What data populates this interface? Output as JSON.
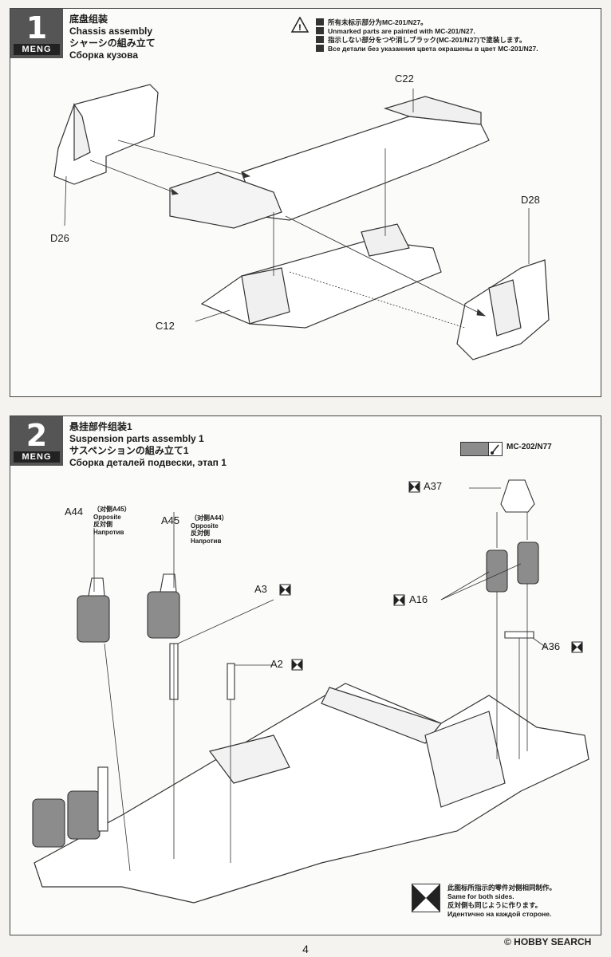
{
  "steps": [
    {
      "number": "1",
      "logo": "MENG",
      "title_cn": "底盘组装",
      "title_en": "Chassis assembly",
      "title_jp": "シャーシの組み立て",
      "title_ru": "Сборка кузова",
      "note": {
        "icon": "warning-triangle-icon",
        "cn": "所有未标示部分为MC-201/N27。",
        "en": "Unmarked parts are painted with MC-201/N27.",
        "jp": "指示しない部分をつや消しブラック(MC-201/N27)で塗装します。",
        "ru": "Все детали без указанния цвета окрашены в цвет MC-201/N27."
      },
      "parts": {
        "c22": "C22",
        "d26": "D26",
        "d28": "D28",
        "c12": "C12"
      }
    },
    {
      "number": "2",
      "logo": "MENG",
      "title_cn": "悬挂部件组装1",
      "title_en": "Suspension parts assembly 1",
      "title_jp": "サスペンションの組み立て1",
      "title_ru": "Сборка деталей подвески, этап 1",
      "paint": {
        "code": "MC-202/N77",
        "color": "#8c8c8c"
      },
      "parts": {
        "a44": "A44",
        "a44_opposite": {
          "cn": "（对侧A45）",
          "en": "Opposite",
          "jp": "反対側",
          "ru": "Напротив"
        },
        "a45": "A45",
        "a45_opposite": {
          "cn": "（对侧A44）",
          "en": "Opposite",
          "jp": "反対側",
          "ru": "Напротив"
        },
        "a3": "A3",
        "a2": "A2",
        "a37": "A37",
        "a16": "A16",
        "a36": "A36"
      },
      "legend": {
        "cn": "此图标所指示的零件对侧相同制作。",
        "en": "Same for both sides.",
        "jp": "反対側も同じように作ります。",
        "ru": "Идентично на каждой стороне."
      }
    }
  ],
  "page_number": "4",
  "watermark": "© HOBBY SEARCH"
}
